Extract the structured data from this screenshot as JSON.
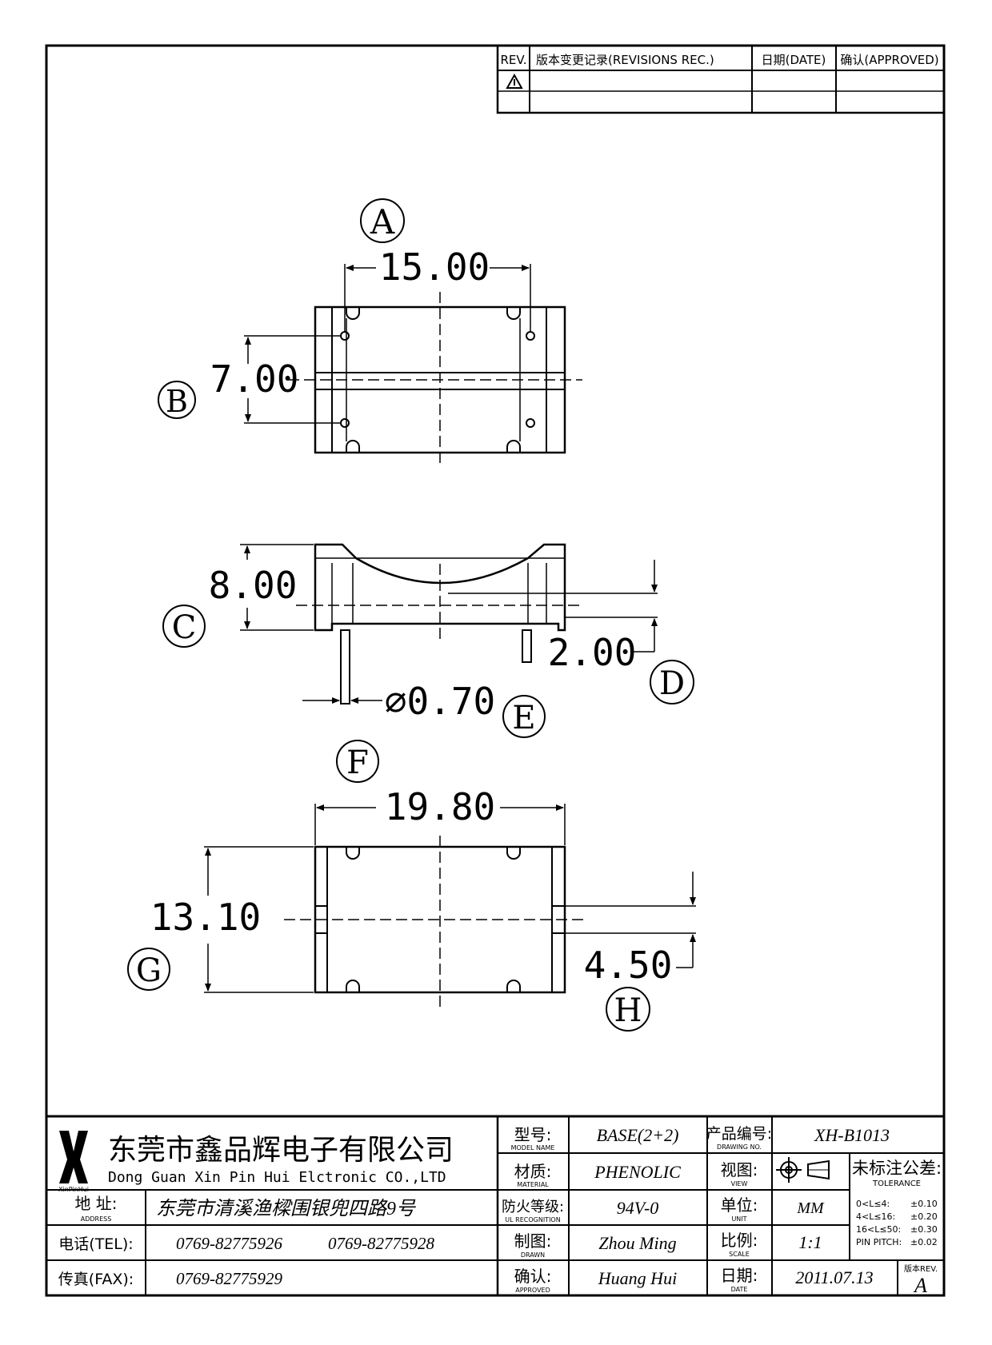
{
  "revision_table": {
    "headers": [
      "REV.",
      "版本变更记录(REVISIONS REC.)",
      "日期(DATE)",
      "确认(APPROVED)"
    ],
    "rows": [
      [
        "",
        "",
        "",
        ""
      ],
      [
        "",
        "",
        "",
        ""
      ]
    ]
  },
  "views": {
    "top": {
      "label": "A",
      "dim_width": "15.00",
      "dim_height": "7.00",
      "height_label": "B"
    },
    "side": {
      "height_label": "C",
      "dim_height": "8.00",
      "dim_pin_length": "2.00",
      "pin_label": "D",
      "dim_pin_diameter": "⌀0.70",
      "diameter_label": "E"
    },
    "bottom": {
      "width_label": "F",
      "dim_width": "19.80",
      "dim_height": "13.10",
      "height_label": "G",
      "dim_slot": "4.50",
      "slot_label": "H"
    }
  },
  "title_block": {
    "logo_text": "XinPinHui",
    "company_cn": "东莞市鑫品辉电子有限公司",
    "company_en": "Dong Guan Xin Pin Hui Elctronic CO.,LTD",
    "address_label": "地 址:",
    "address_label_en": "ADDRESS",
    "address": "东莞市清溪渔樑围银兜四路9号",
    "tel_label": "电话(TEL):",
    "tel1": "0769-82775926",
    "tel2": "0769-82775928",
    "fax_label": "传真(FAX):",
    "fax": "0769-82775929",
    "model_label": "型号:",
    "model_label_en": "MODEL NAME",
    "model": "BASE(2+2)",
    "material_label": "材质:",
    "material_label_en": "MATERIAL",
    "material": "PHENOLIC",
    "ul_label": "防火等级:",
    "ul_label_en": "UL RECOGNITION",
    "ul": "94V-0",
    "drawn_label": "制图:",
    "drawn_label_en": "DRAWN",
    "drawn": "Zhou Ming",
    "approved_label": "确认:",
    "approved_label_en": "APPROVED",
    "approved": "Huang Hui",
    "drawing_no_label": "产品编号:",
    "drawing_no_label_en": "DRAWING NO.",
    "drawing_no": "XH-B1013",
    "view_label": "视图:",
    "view_label_en": "VIEW",
    "unit_label": "单位:",
    "unit_label_en": "UNIT",
    "unit": "MM",
    "scale_label": "比例:",
    "scale_label_en": "SCALE",
    "scale": "1:1",
    "date_label": "日期:",
    "date_label_en": "DATE",
    "date": "2011.07.13",
    "tolerance_label": "未标注公差:",
    "tolerance_label_en": "TOLERANCE",
    "tolerances": [
      {
        "range": "0<L≤4:",
        "value": "±0.10"
      },
      {
        "range": "4<L≤16:",
        "value": "±0.20"
      },
      {
        "range": "16<L≤50:",
        "value": "±0.30"
      },
      {
        "range": "PIN PITCH:",
        "value": "±0.02"
      }
    ],
    "rev_label": "版本REV.",
    "rev": "A"
  }
}
